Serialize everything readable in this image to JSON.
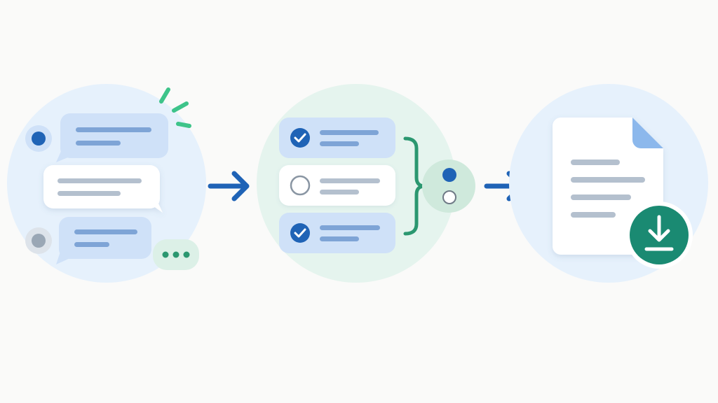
{
  "diagram": {
    "stages": [
      {
        "name": "chat-conversation",
        "icons": [
          "user-avatar-icon",
          "chat-bubble-icon",
          "typing-indicator-icon",
          "sparkle-icon"
        ]
      },
      {
        "name": "selection-checklist",
        "items": [
          {
            "checked": true
          },
          {
            "checked": false
          },
          {
            "checked": true
          }
        ],
        "icons": [
          "checkbox-checked-icon",
          "radio-unchecked-icon",
          "bracket-icon",
          "radio-choice-icon"
        ]
      },
      {
        "name": "document-download",
        "icons": [
          "document-icon",
          "download-icon"
        ]
      }
    ],
    "connectors": [
      "arrow-right-icon",
      "arrow-right-icon"
    ]
  },
  "colors": {
    "background": "#fafaf9",
    "circle_blue": "#e6f1fc",
    "circle_green": "#e5f4ee",
    "bubble_blue": "#cfe1f8",
    "line_blue": "#7ea4d6",
    "line_grey": "#b4c0ce",
    "accent_blue": "#1f63b6",
    "accent_green": "#2b9770",
    "teal": "#1a8a72",
    "sparkle_green": "#3ec48a",
    "doc_corner": "#8cb8ec"
  }
}
